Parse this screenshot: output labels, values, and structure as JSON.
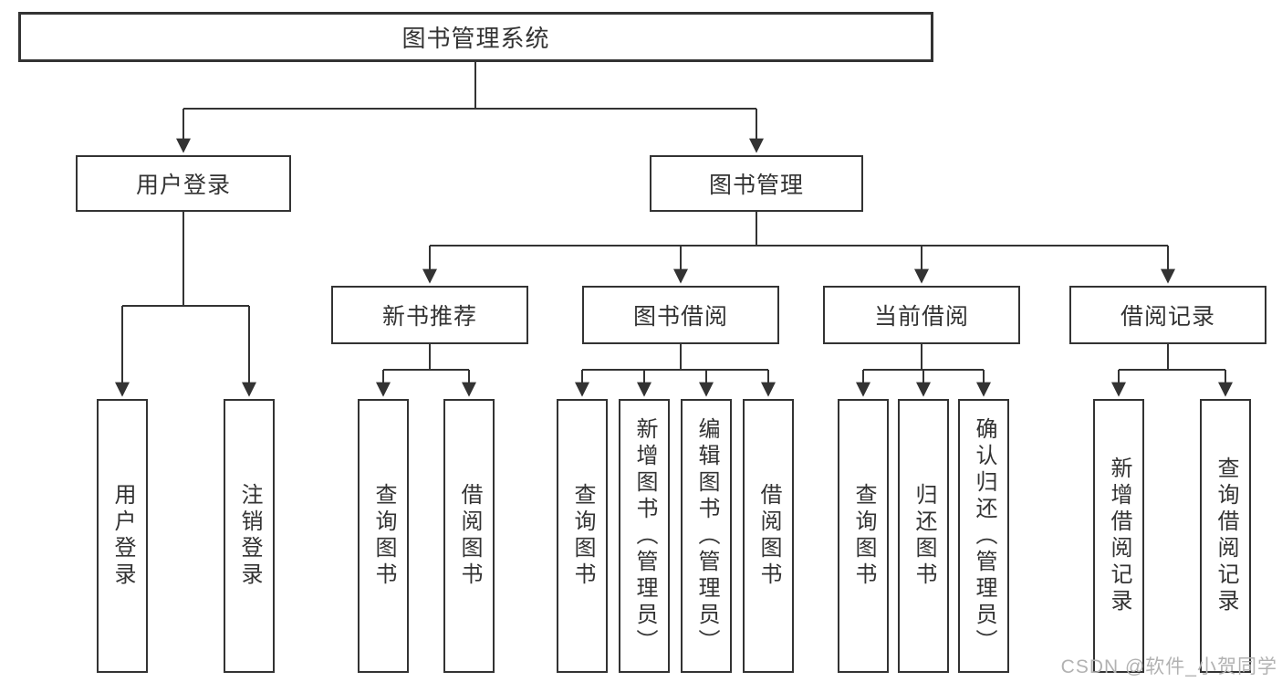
{
  "diagram": {
    "type": "hierarchy-tree",
    "root": {
      "label": "图书管理系统",
      "children": [
        {
          "label": "用户登录",
          "children": [
            {
              "label": "用户登录"
            },
            {
              "label": "注销登录"
            }
          ]
        },
        {
          "label": "图书管理",
          "children": [
            {
              "label": "新书推荐",
              "children": [
                {
                  "label": "查询图书"
                },
                {
                  "label": "借阅图书"
                }
              ]
            },
            {
              "label": "图书借阅",
              "children": [
                {
                  "label": "查询图书"
                },
                {
                  "label": "新增图书（管理员）"
                },
                {
                  "label": "编辑图书（管理员）"
                },
                {
                  "label": "借阅图书"
                }
              ]
            },
            {
              "label": "当前借阅",
              "children": [
                {
                  "label": "查询图书"
                },
                {
                  "label": "归还图书"
                },
                {
                  "label": "确认归还（管理员）"
                }
              ]
            },
            {
              "label": "借阅记录",
              "children": [
                {
                  "label": "新增借阅记录"
                },
                {
                  "label": "查询借阅记录"
                }
              ]
            }
          ]
        }
      ]
    }
  },
  "watermark": {
    "text": "CSDN @软件_小贺同学"
  },
  "colors": {
    "line": "#333333",
    "border": "#333333",
    "text": "#333333",
    "watermark_text": "#b2b2b2",
    "background": "#ffffff"
  }
}
